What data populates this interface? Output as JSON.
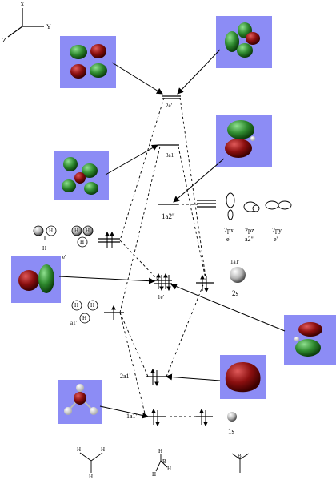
{
  "axes": {
    "x": "X",
    "y": "Y",
    "z": "Z"
  },
  "labels": {
    "e2": "2e'",
    "a1_3": "3a1'",
    "a2pp_1": "1a2\"",
    "e_1": "1e'",
    "a1_2": "2a1'",
    "a1_1": "1a1'",
    "frag_e": "e'",
    "frag_a1": "a1'",
    "b_1a1": "1a1'",
    "b_2s": "2s",
    "b_1s": "1s",
    "p_2px": "2px",
    "p_2pz": "2pz",
    "p_2py": "2py",
    "p_e1": "e'",
    "p_a2": "a2\"",
    "p_e2": "e'",
    "h": "H",
    "b": "B"
  },
  "colors": {
    "panel": "#8c8cf5",
    "lobe_red": "#8b0f0f",
    "lobe_green": "#2f8a2f",
    "line": "#000000"
  }
}
